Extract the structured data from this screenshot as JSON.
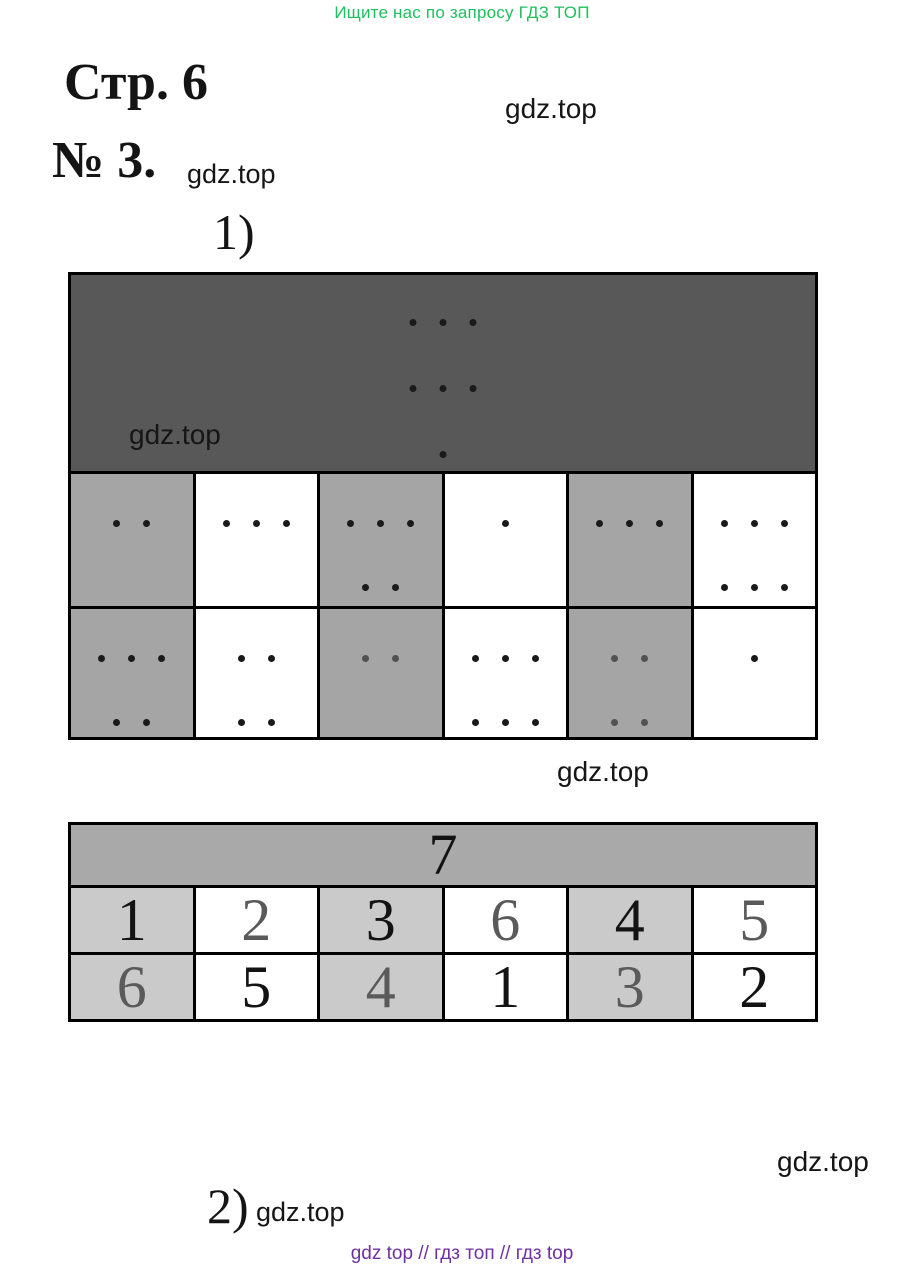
{
  "banner": {
    "text": "Ищите нас по запросу ГДЗ ТОП"
  },
  "header": {
    "page_title": "Стр. 6",
    "task_number": "№ 3.",
    "watermark_top": "gdz.top",
    "watermark_task": "gdz.top"
  },
  "part1": {
    "label": "1)"
  },
  "dots_table": {
    "header": {
      "value": 7,
      "dot_rows": [
        3,
        3,
        1
      ],
      "dot_color": "black"
    },
    "header_watermark": "gdz.top",
    "below_watermark": "gdz.top",
    "rows": [
      {
        "cells": [
          {
            "value": 2,
            "bg": "gray",
            "dot_rows": [
              2
            ],
            "dot_color": "black"
          },
          {
            "value": 3,
            "bg": "white",
            "dot_rows": [
              3
            ],
            "dot_color": "black"
          },
          {
            "value": 5,
            "bg": "gray",
            "dot_rows": [
              3,
              2
            ],
            "dot_color": "black"
          },
          {
            "value": 1,
            "bg": "white",
            "dot_rows": [
              1
            ],
            "dot_color": "black"
          },
          {
            "value": 3,
            "bg": "gray",
            "dot_rows": [
              3
            ],
            "dot_color": "black"
          },
          {
            "value": 6,
            "bg": "white",
            "dot_rows": [
              3,
              3
            ],
            "dot_color": "black"
          }
        ]
      },
      {
        "cells": [
          {
            "value": 5,
            "bg": "gray",
            "dot_rows": [
              3,
              2
            ],
            "dot_color": "black"
          },
          {
            "value": 4,
            "bg": "white",
            "dot_rows": [
              2,
              2
            ],
            "dot_color": "black"
          },
          {
            "value": 2,
            "bg": "gray",
            "dot_rows": [
              2
            ],
            "dot_color": "gray"
          },
          {
            "value": 6,
            "bg": "white",
            "dot_rows": [
              3,
              3
            ],
            "dot_color": "black"
          },
          {
            "value": 4,
            "bg": "gray",
            "dot_rows": [
              2,
              2
            ],
            "dot_color": "gray"
          },
          {
            "value": 1,
            "bg": "white",
            "dot_rows": [
              1
            ],
            "dot_color": "black"
          }
        ]
      }
    ]
  },
  "numbers_table": {
    "header": {
      "value": "7"
    },
    "rows": [
      {
        "cells": [
          {
            "value": "1",
            "bg": "gray",
            "ink": "black"
          },
          {
            "value": "2",
            "bg": "white",
            "ink": "gray"
          },
          {
            "value": "3",
            "bg": "gray",
            "ink": "black"
          },
          {
            "value": "6",
            "bg": "white",
            "ink": "gray"
          },
          {
            "value": "4",
            "bg": "gray",
            "ink": "black"
          },
          {
            "value": "5",
            "bg": "white",
            "ink": "gray"
          }
        ]
      },
      {
        "cells": [
          {
            "value": "6",
            "bg": "gray",
            "ink": "gray"
          },
          {
            "value": "5",
            "bg": "white",
            "ink": "black"
          },
          {
            "value": "4",
            "bg": "gray",
            "ink": "gray"
          },
          {
            "value": "1",
            "bg": "white",
            "ink": "black"
          },
          {
            "value": "3",
            "bg": "gray",
            "ink": "gray"
          },
          {
            "value": "2",
            "bg": "white",
            "ink": "black"
          }
        ]
      }
    ]
  },
  "part2": {
    "label": "2)",
    "watermark": "gdz.top",
    "watermark_bottom_right": "gdz.top"
  },
  "footer": {
    "text": "gdz top // гдз топ // гдз top"
  },
  "colors": {
    "banner_green": "#1fc05e",
    "footer_purple": "#7030a0",
    "t1_header_bg": "#585858",
    "t1_gray": "#a5a5a5",
    "t2_header_bg": "#a9a9a9",
    "t2_gray": "#cacaca",
    "dot_black": "#1a1a1a",
    "dot_gray": "#525252",
    "num_black": "#131313",
    "num_gray": "#5a5a5a"
  }
}
